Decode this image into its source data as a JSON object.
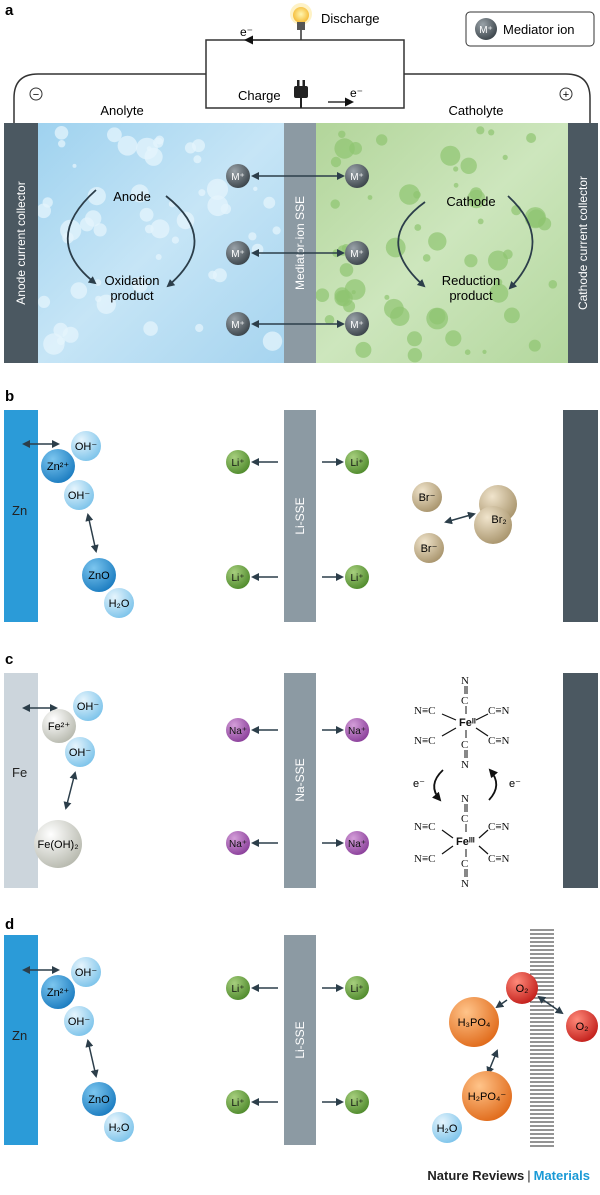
{
  "panel_a": {
    "label": "a",
    "electron": "e⁻",
    "discharge": "Discharge",
    "charge": "Charge",
    "legend_symbol": "M⁺",
    "legend_text": "Mediator ion",
    "minus": "−",
    "plus": "+",
    "anolyte": "Anolyte",
    "catholyte": "Catholyte",
    "anode_collector": "Anode current collector",
    "cathode_collector": "Cathode current collector",
    "sse": "Mediator-ion SSE",
    "anode": "Anode",
    "oxidation_line1": "Oxidation",
    "oxidation_line2": "product",
    "cathode": "Cathode",
    "reduction_line1": "Reduction",
    "reduction_line2": "product",
    "ion": "M⁺"
  },
  "panel_b": {
    "label": "b",
    "electrode": "Zn",
    "zn_ion": "Zn²⁺",
    "oh": "OH⁻",
    "zno": "ZnO",
    "h2o": "H₂O",
    "sse": "Li-SSE",
    "ion": "Li⁺",
    "br_minus": "Br⁻",
    "br2": "Br₂"
  },
  "panel_c": {
    "label": "c",
    "electrode": "Fe",
    "fe_ion": "Fe²⁺",
    "oh": "OH⁻",
    "feoh2": "Fe(OH)₂",
    "sse": "Na-SSE",
    "ion": "Na⁺",
    "fe_ii": "Feᴵᴵ",
    "fe_iii": "Feᴵᴵᴵ",
    "c": "C",
    "n": "N",
    "cn": "C≡N",
    "nc": "N≡C",
    "electron": "e⁻"
  },
  "panel_d": {
    "label": "d",
    "electrode": "Zn",
    "zn_ion": "Zn²⁺",
    "oh": "OH⁻",
    "zno": "ZnO",
    "h2o": "H₂O",
    "sse": "Li-SSE",
    "ion": "Li⁺",
    "o2": "O₂",
    "h3po4": "H₃PO₄",
    "h2po4": "H₂PO₄⁻"
  },
  "footer": {
    "journal": "Nature Reviews",
    "separator": "|",
    "section": "Materials"
  },
  "colors": {
    "anode_blue": "#2b9bd8",
    "cathode_dark": "#4b5861",
    "sse_grey": "#8c9aa3",
    "li_green": "#6a9a3a",
    "na_purple": "#9a55a8",
    "zno_blue": "#2586c8",
    "o2_red": "#d9322c",
    "phosphate_orange": "#ea7a2a"
  }
}
